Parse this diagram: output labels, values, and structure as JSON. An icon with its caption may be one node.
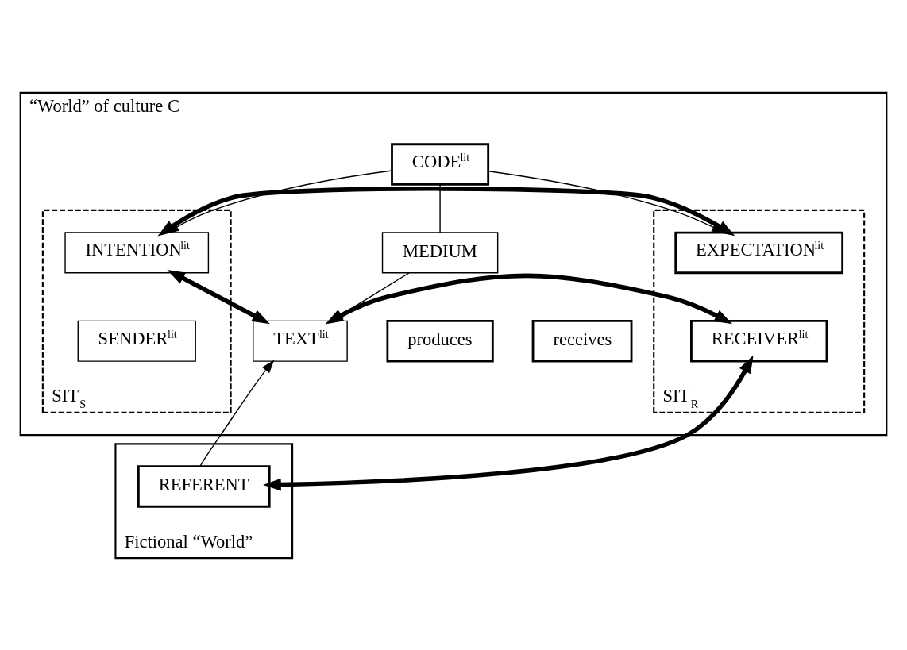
{
  "diagram": {
    "nodes": [
      {
        "text": [
          "“World” of culture C"
        ]
      },
      {
        "text": [
          "CODE$^{lit}$"
        ],
        "in": 0
      },
      {
        "text": [
          "SIT$_{S}$"
        ],
        "in": 0
      },
      {
        "text": [
          "INTENTION$^{lit}$"
        ],
        "in": 2
      },
      {
        "text": [
          "SENDER$^{lit}$"
        ],
        "in": 2
      },
      {
        "text": [
          "MEDIUM"
        ],
        "in": 0
      },
      {
        "text": [
          "produces"
        ],
        "in": 0
      },
      {
        "text": [
          "TEXT$^{lit}$"
        ],
        "in": 0
      },
      {
        "text": [
          "receives"
        ],
        "in": 0
      },
      {
        "text": [
          "SIT$_{R}$"
        ],
        "in": 0
      },
      {
        "text": [
          "EXPECTATION$^{lit}$"
        ],
        "in": 9
      },
      {
        "text": [
          "RECEIVER$^{lit}$"
        ],
        "in": 9
      },
      {
        "text": [
          "Fictional “World”"
        ]
      },
      {
        "text": [
          "REFERENT"
        ],
        "in": 12
      }
    ],
    "edges": [
      {
        "from": 1,
        "to": 3,
        "arrow": "to"
      },
      {
        "from": 1,
        "to": 5,
        "arrow": "none"
      },
      {
        "from": 5,
        "to": 7,
        "arrow": "to"
      },
      {
        "from": 1,
        "to": 10,
        "arrow": "to"
      },
      {
        "from": 3,
        "to": 10,
        "arrow": "both",
        "style": "thick"
      },
      {
        "from": 3,
        "to": 7,
        "arrow": "both",
        "style": "thick"
      },
      {
        "from": 7,
        "to": 11,
        "arrow": "both",
        "style": "thick"
      },
      {
        "from": 13,
        "to": 7,
        "arrow": "to"
      },
      {
        "from": 13,
        "to": 11,
        "arrow": "both",
        "style": "thick"
      }
    ]
  }
}
